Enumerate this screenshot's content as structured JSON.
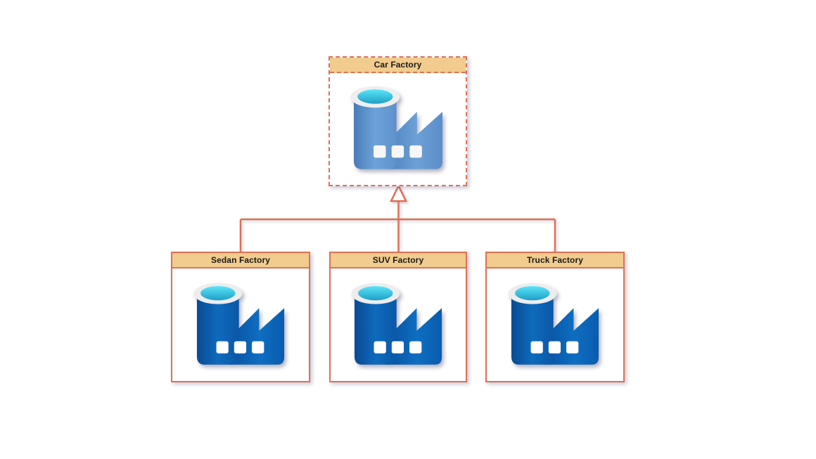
{
  "diagram": {
    "type": "class-hierarchy",
    "relationship": "inheritance",
    "parent": {
      "label": "Car Factory",
      "abstract": true
    },
    "children": [
      {
        "label": "Sedan Factory"
      },
      {
        "label": "SUV Factory"
      },
      {
        "label": "Truck Factory"
      }
    ]
  },
  "colors": {
    "border_accent": "#DC7154",
    "header_fill": "#F2CC8E",
    "label_text": "#1a1a1a",
    "canvas_bg": "#FFFFFF",
    "icon_blue_dark": "#0B5FB2",
    "icon_blue_light": "#5B8EC8",
    "icon_cyan_top": "#5CE6F8",
    "icon_cyan_bottom": "#1E9EC6",
    "icon_rim_white": "#EDEDED",
    "icon_window_white": "#FFFFFF"
  }
}
